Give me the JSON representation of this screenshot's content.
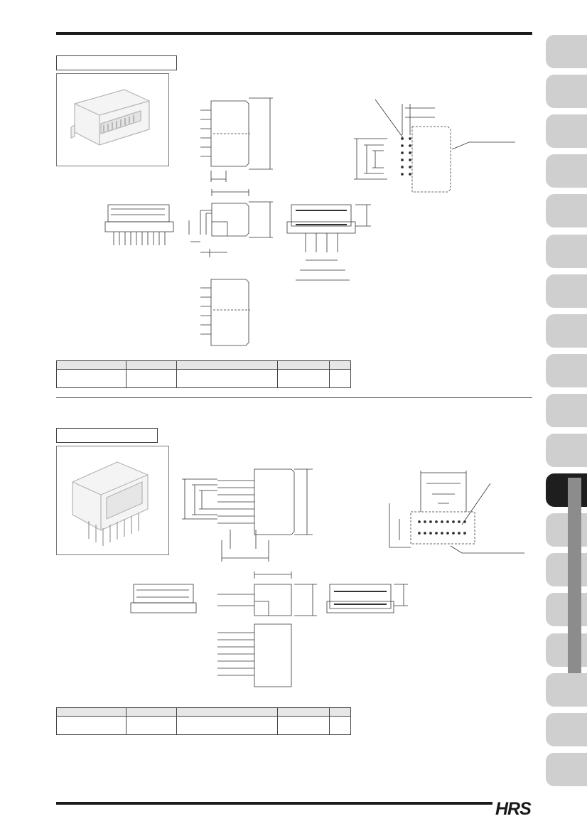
{
  "brand": {
    "logo_text": "HRS"
  },
  "sections": [
    {
      "id": "upper",
      "title": "",
      "spec_table": {
        "columns": 5,
        "rows": 1
      }
    },
    {
      "id": "lower",
      "title": "",
      "spec_table": {
        "columns": 5,
        "rows": 1
      }
    }
  ],
  "side_tabs": {
    "count": 19,
    "active_index": 11
  },
  "colors": {
    "rule": "#1a1a1a",
    "tab": "#cfcfcf",
    "tab_active": "#1e1e1e",
    "tab_strip": "#8c8c8c"
  }
}
